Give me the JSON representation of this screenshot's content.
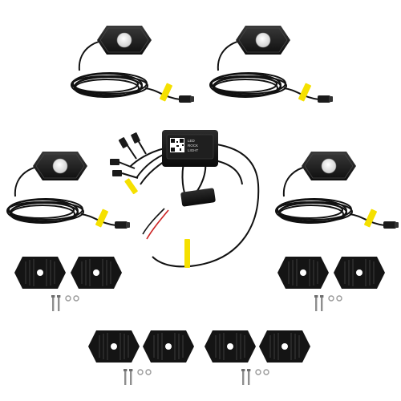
{
  "image": {
    "subject": "rgb-led-rock-light-kit",
    "background_color": "#ffffff"
  },
  "colors": {
    "housing": "#1a1a1a",
    "cable": "#111111",
    "lens": "#f2f2f2",
    "tag": "#f5e000",
    "wire_red": "#cc2222",
    "screw": "#9a9a9a"
  },
  "control_box": {
    "sticker_lines": [
      "LED",
      "ROCK",
      "LIGHT"
    ]
  },
  "icons": [
    "qr-code-icon"
  ]
}
